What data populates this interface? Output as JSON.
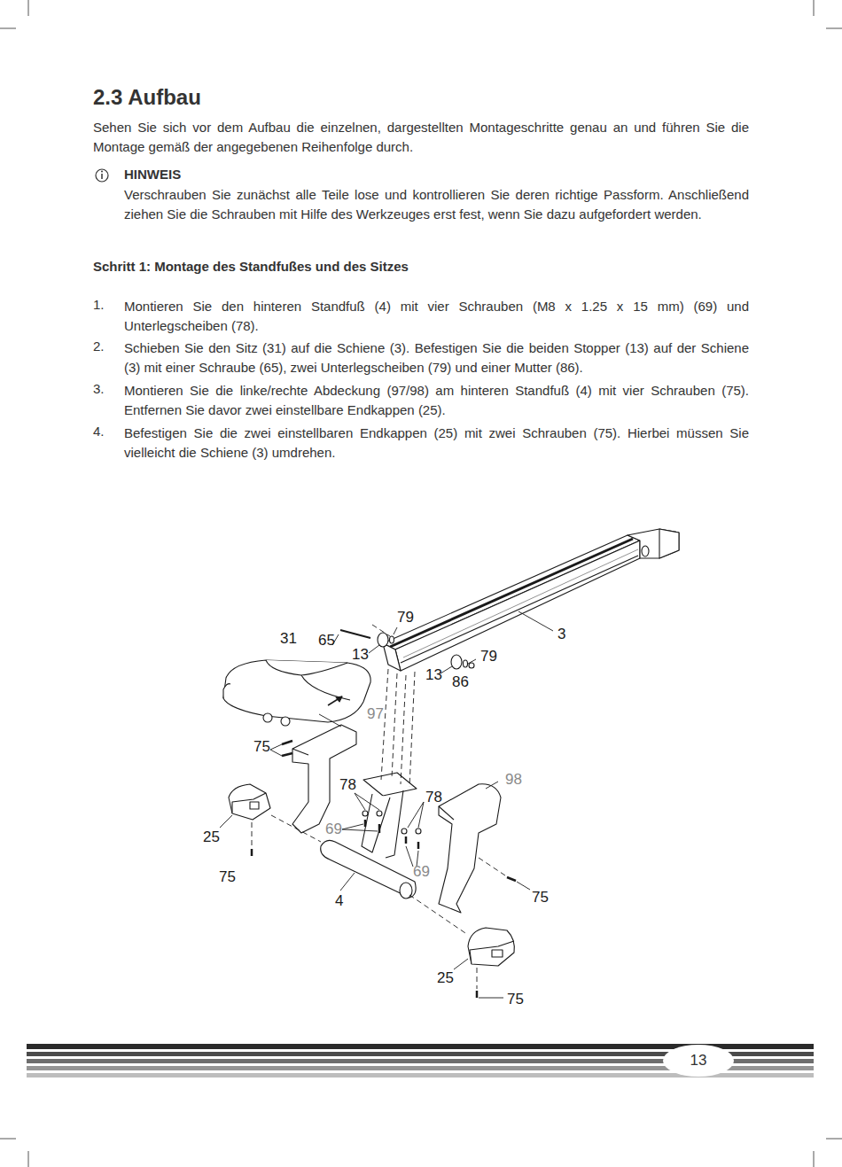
{
  "diagram": {
    "title": "2.3 Aufbau",
    "nodes": [
      {
        "text": [
          "13"
        ]
      }
    ],
    "labels": [
      "Sehen Sie sich vor dem Aufbau die einzelnen, dargestellten Montageschritte genau an und führen Sie die Montage gemäß der angegebenen Reihenfolge durch.",
      "HINWEIS",
      "Verschrauben Sie zunächst alle Teile lose und kontrollieren Sie deren richtige Passform. Anschließend ziehen Sie die Schrauben mit Hilfe des Werkzeuges erst fest, wenn Sie dazu aufgefordert werden.",
      "Schritt 1: Montage des Standfußes und des Sitzes",
      "1.",
      "Montieren Sie den hinteren Standfuß (4) mit vier Schrauben (M8 x 1.25 x 15 mm) (69) und Unterlegscheiben (78).",
      "2.",
      "Schieben Sie den Sitz (31) auf die Schiene (3). Befestigen Sie die beiden Stopper (13) auf der Schiene (3) mit einer Schraube (65), zwei Unterlegscheiben (79) und einer Mutter (86).",
      "3.",
      "Montieren Sie die linke/rechte Abdeckung (97/98) am hinteren Standfuß (4) mit vier Schrauben (75). Entfernen Sie davor zwei einstellbare Endkappen (25).",
      "4.",
      "Befestigen Sie die zwei einstellbaren Endkappen (25) mit zwei Schrauben (75). Hierbei müssen Sie vielleicht die Schiene (3) umdrehen.",
      "79",
      "31",
      "65",
      "13",
      "3",
      "79",
      "13",
      "86",
      "97",
      "75",
      "78",
      "98",
      "78",
      "69",
      "25",
      "69",
      "75",
      "4",
      "75",
      "25",
      "75"
    ]
  }
}
